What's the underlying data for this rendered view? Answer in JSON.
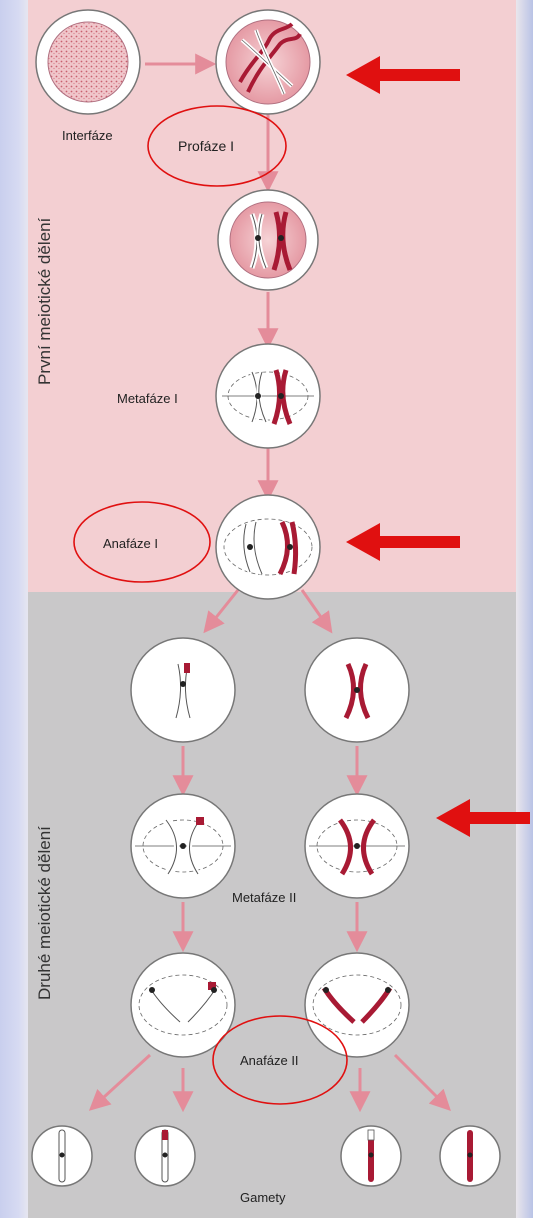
{
  "labels": {
    "interphase": "Interfáze",
    "prophase1": "Profáze I",
    "metaphase1": "Metafáze I",
    "anaphase1": "Anafáze I",
    "metaphase2": "Metafáze II",
    "anaphase2": "Anafáze II",
    "gametes": "Gamety"
  },
  "sections": {
    "first_division": "První meiotické dělení",
    "second_division": "Druhé meiotické dělení"
  },
  "colors": {
    "first_division_bg": "#f3cfd2",
    "second_division_bg": "#c9c8c9",
    "chromosome_red": "#a81a34",
    "arrow_pink": "#e48c9a",
    "highlight_red": "#e01010"
  }
}
